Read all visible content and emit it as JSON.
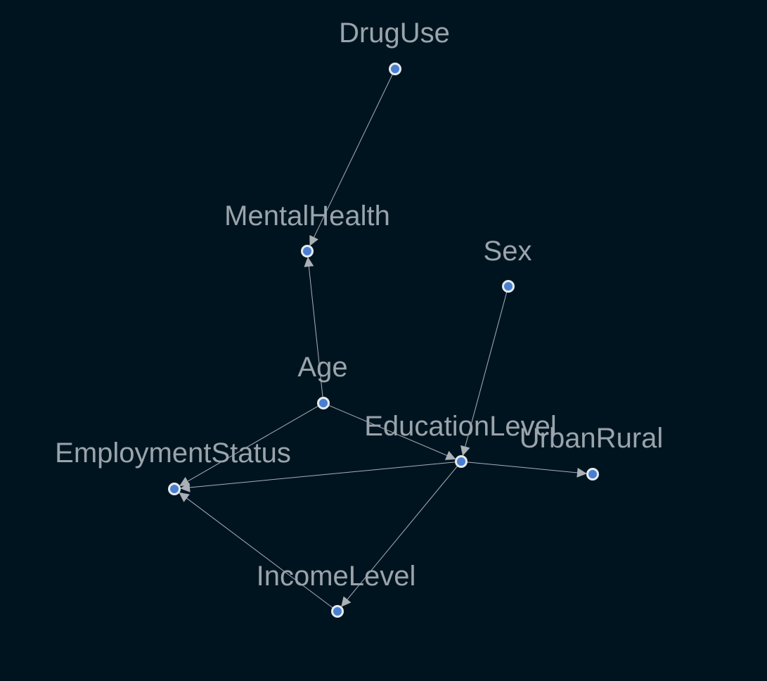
{
  "colors": {
    "background": "#001420",
    "edge": "#a9b0b6",
    "node_fill": "#4a7fd0",
    "node_stroke": "#e6eaee",
    "label": "#9aa4ab"
  },
  "graph": {
    "nodes": [
      {
        "id": "DrugUse",
        "label": "DrugUse"
      },
      {
        "id": "MentalHealth",
        "label": "MentalHealth"
      },
      {
        "id": "Sex",
        "label": "Sex"
      },
      {
        "id": "Age",
        "label": "Age"
      },
      {
        "id": "EducationLevel",
        "label": "EducationLevel"
      },
      {
        "id": "UrbanRural",
        "label": "UrbanRural"
      },
      {
        "id": "EmploymentStatus",
        "label": "EmploymentStatus"
      },
      {
        "id": "IncomeLevel",
        "label": "IncomeLevel"
      }
    ],
    "edges": [
      {
        "from": "DrugUse",
        "to": "MentalHealth"
      },
      {
        "from": "Age",
        "to": "MentalHealth"
      },
      {
        "from": "Age",
        "to": "EducationLevel"
      },
      {
        "from": "Age",
        "to": "EmploymentStatus"
      },
      {
        "from": "Sex",
        "to": "EducationLevel"
      },
      {
        "from": "EducationLevel",
        "to": "EmploymentStatus"
      },
      {
        "from": "EducationLevel",
        "to": "UrbanRural"
      },
      {
        "from": "EducationLevel",
        "to": "IncomeLevel"
      },
      {
        "from": "IncomeLevel",
        "to": "EmploymentStatus"
      }
    ]
  }
}
